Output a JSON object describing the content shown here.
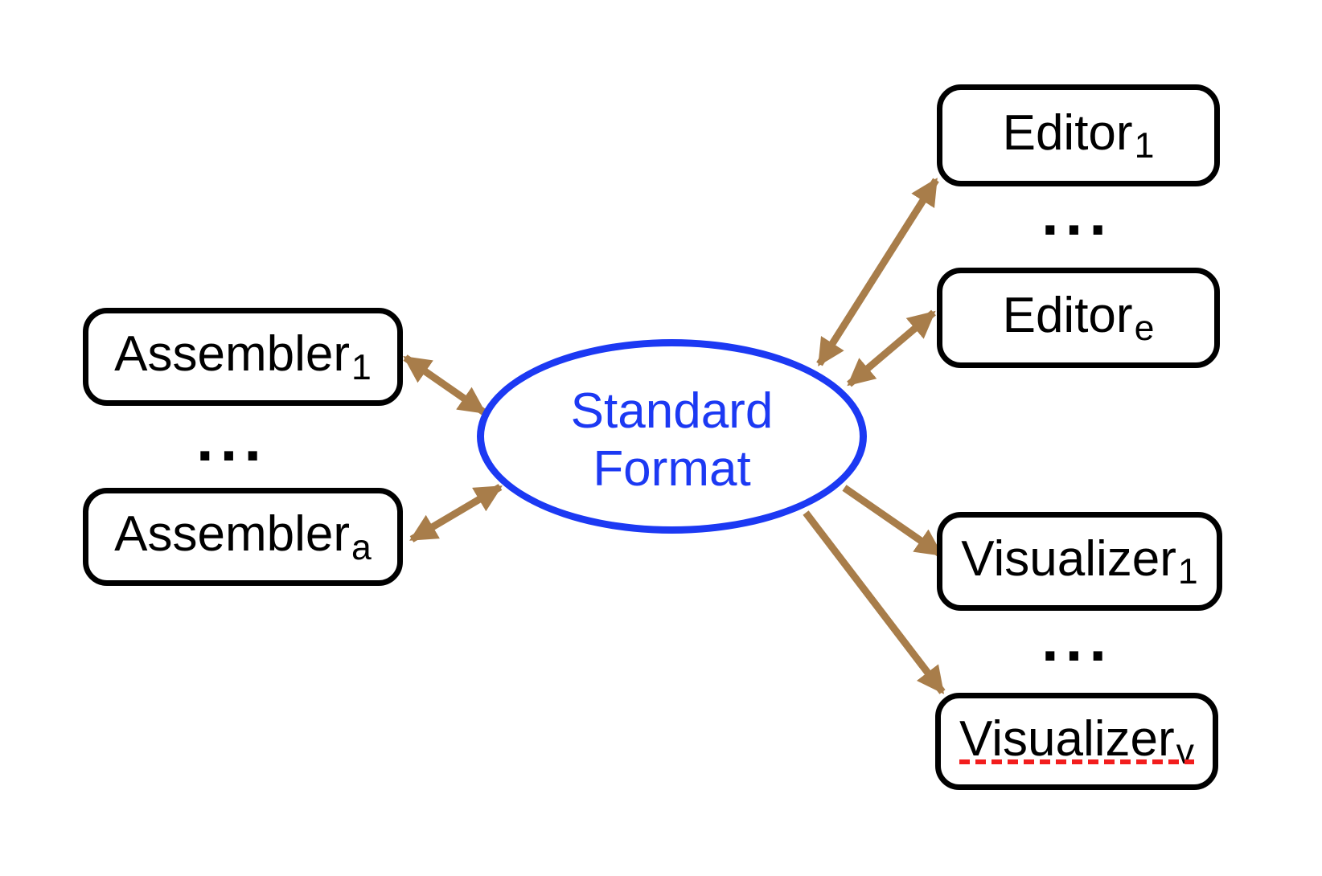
{
  "colors": {
    "ellipse_blue": "#1c39f3",
    "arrow_brown": "#a87d4a",
    "underline_red": "#f21d1d",
    "node_border_black": "#000000",
    "background_white": "#ffffff"
  },
  "center_node": {
    "line1": "Standard",
    "line2": "Format"
  },
  "left_column": {
    "ellipsis": "...",
    "nodes": [
      {
        "base": "Assembler",
        "sub": "1"
      },
      {
        "base": "Assembler",
        "sub": "a"
      }
    ]
  },
  "editors_column": {
    "ellipsis": "...",
    "nodes": [
      {
        "base": "Editor",
        "sub": "1"
      },
      {
        "base": "Editor",
        "sub": "e"
      }
    ]
  },
  "visualizers_column": {
    "ellipsis": "...",
    "nodes": [
      {
        "base": "Visualizer",
        "sub": "1"
      },
      {
        "base": "Visualizer",
        "sub": "v"
      }
    ]
  },
  "arrows": [
    {
      "from": "Assembler1",
      "to": "Standard Format",
      "direction": "bidirectional"
    },
    {
      "from": "Assemblera",
      "to": "Standard Format",
      "direction": "bidirectional"
    },
    {
      "from": "Standard Format",
      "to": "Editor1",
      "direction": "bidirectional"
    },
    {
      "from": "Standard Format",
      "to": "Editore",
      "direction": "bidirectional"
    },
    {
      "from": "Standard Format",
      "to": "Visualizer1",
      "direction": "one-way"
    },
    {
      "from": "Standard Format",
      "to": "Visualizerv",
      "direction": "one-way"
    }
  ]
}
